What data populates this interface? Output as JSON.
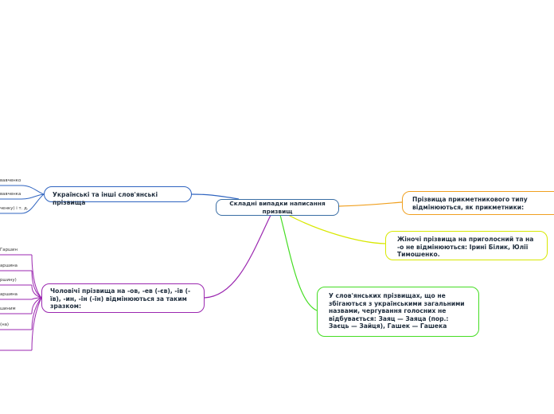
{
  "central": {
    "label": "Складні випадки написання призвищ"
  },
  "left_top": {
    "label": "Українські та інші слов'янські прізвища",
    "leaves": [
      "вавченко",
      "вавченка",
      "ченку) і т. д."
    ]
  },
  "left_bottom": {
    "label": "Чоловічі прізвища на -ов, -ев (-єв), -ів (-їв), -ин, -ін (-їн) відмінюються за таким зразком:",
    "leaves": [
      "Гаршин",
      "аршина",
      "ршину)",
      "аршина",
      "шиним",
      "(на)",
      ""
    ]
  },
  "right_1": {
    "label": "Прізвища прикметникового типу відмінюються, як прикметники:"
  },
  "right_2": {
    "label": "Жіночі прізвища на приголосний та на -о не відмінюються: Ірині Білик, Юлії Тимошенко."
  },
  "right_3": {
    "label": "У слов'янських прізвищах, що не збігаються з українськими загальними назвами, чергування голосних не відбувається: Заяц — Заяца (пор.: Заєць — Зайця), Гашек — Гашека"
  },
  "colors": {
    "central": "#3a6ea5",
    "blue": "#2f64c0",
    "purple": "#9b27b0",
    "orange": "#f0a020",
    "yellow": "#d8e800",
    "green": "#44dd22"
  }
}
